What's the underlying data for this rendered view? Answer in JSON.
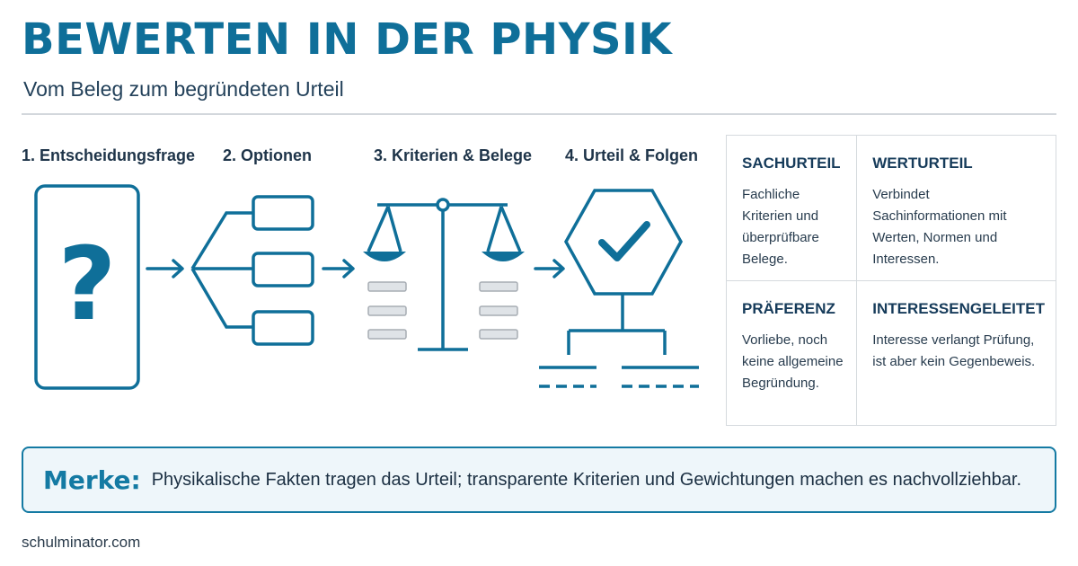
{
  "header": {
    "title": "BEWERTEN IN DER PHYSIK",
    "subtitle": "Vom Beleg zum begründeten Urteil"
  },
  "steps": [
    {
      "label": "1. Entscheidungsfrage",
      "icon": "question-card-icon"
    },
    {
      "label": "2. Optionen",
      "icon": "options-branch-icon"
    },
    {
      "label": "3. Kriterien & Belege",
      "icon": "balance-scale-icon"
    },
    {
      "label": "4. Urteil & Folgen",
      "icon": "hexagon-check-icon"
    }
  ],
  "diagram": {
    "question_mark": "?"
  },
  "judgment_types": [
    {
      "title": "SACHURTEIL",
      "text": "Fachliche Kriterien und überprüfbare Belege."
    },
    {
      "title": "WERTURTEIL",
      "text": "Verbindet Sachinformationen mit Werten, Normen und Interessen."
    },
    {
      "title": "PRÄFERENZ",
      "text": "Vorliebe, noch keine allgemeine Begründung."
    },
    {
      "title": "INTERESSENGELEITET",
      "text": "Interesse verlangt Prüfung, ist aber kein Gegenbeweis."
    }
  ],
  "merke": {
    "label": "Merke:",
    "text": "Physikalische Fakten tragen das Urteil; transparente Kriterien und Gewichtungen machen es nachvollziehbar."
  },
  "footer": {
    "source": "schulminator.com"
  },
  "colors": {
    "primary": "#0f6f99",
    "accent": "#147aa3",
    "line_gray": "#a7adb4",
    "box_gray": "#dfe3e7"
  }
}
